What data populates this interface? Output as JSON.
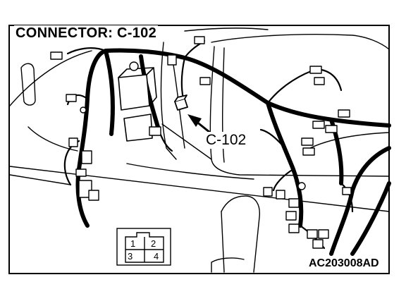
{
  "title": "CONNECTOR: C-102",
  "callout_label": "C-102",
  "figure_code": "AC203008AD",
  "connector_pins": [
    "1",
    "2",
    "3",
    "4"
  ]
}
